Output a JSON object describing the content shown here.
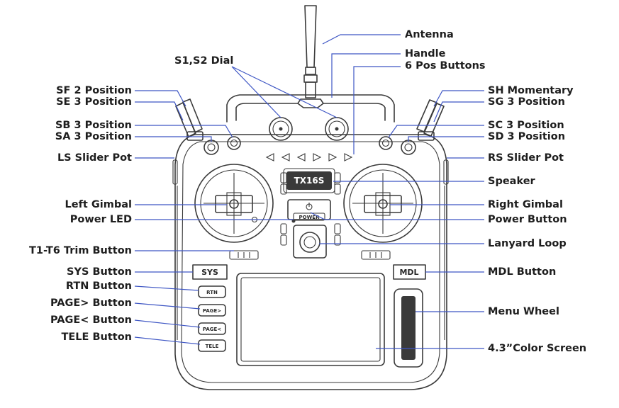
{
  "device_text": {
    "model": "TX16S",
    "power": "POWER",
    "sys": "SYS",
    "mdl": "MDL",
    "rtn": "RTN",
    "page_next": "PAGE>",
    "page_prev": "PAGE<",
    "tele": "TELE"
  },
  "left_labels": {
    "s1s2_dial": "S1,S2 Dial",
    "sf": "SF 2 Position",
    "se": "SE 3 Position",
    "sb": "SB 3 Position",
    "sa": "SA 3 Position",
    "ls_slider": "LS Slider Pot",
    "left_gimbal": "Left Gimbal",
    "power_led": "Power LED",
    "trim": "T1-T6 Trim Button",
    "sys_button": "SYS Button",
    "rtn_button": "RTN Button",
    "page_next_button": "PAGE> Button",
    "page_prev_button": "PAGE< Button",
    "tele_button": "TELE Button"
  },
  "right_labels": {
    "antenna": "Antenna",
    "handle": "Handle",
    "six_pos": "6 Pos Buttons",
    "sh": "SH Momentary",
    "sg": "SG 3 Position",
    "sc": "SC 3 Position",
    "sd": "SD 3 Position",
    "rs_slider": "RS Slider Pot",
    "speaker": "Speaker",
    "right_gimbal": "Right Gimbal",
    "power_button": "Power Button",
    "lanyard": "Lanyard Loop",
    "mdl_button": "MDL Button",
    "menu_wheel": "Menu Wheel",
    "screen": "4.3”Color Screen"
  },
  "colors": {
    "leader": "#3e56c4",
    "outline": "#3a3a3a",
    "label": "#1e1e1e"
  }
}
